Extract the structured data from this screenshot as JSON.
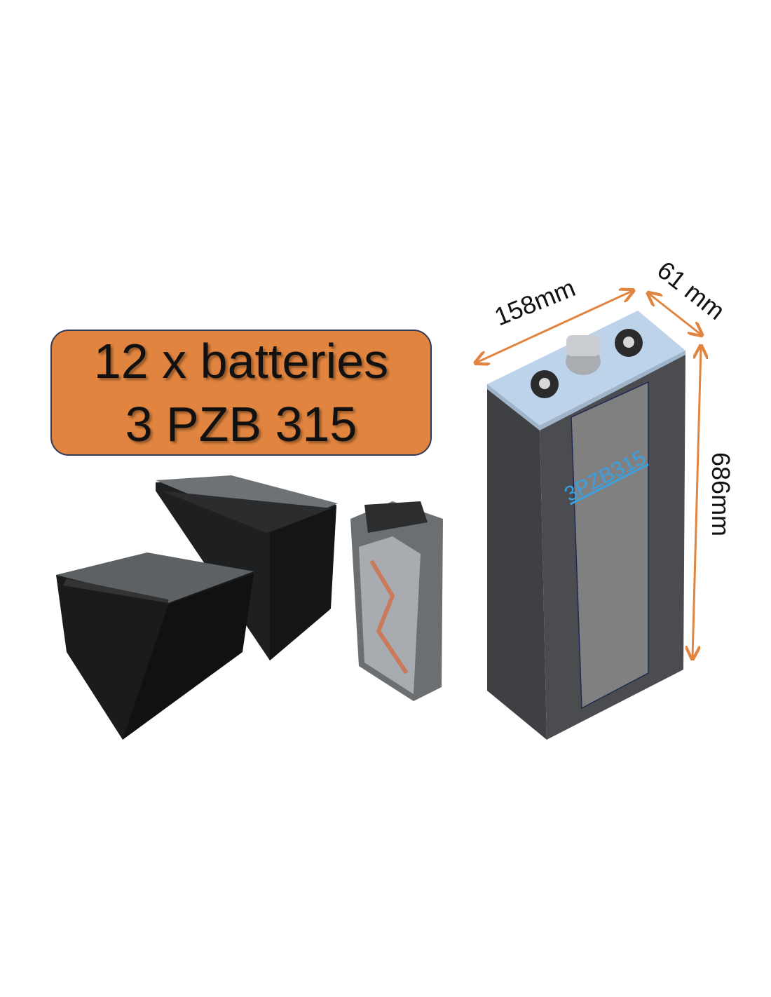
{
  "title": {
    "line1": "12 x batteries",
    "line2": "3 PZB 315"
  },
  "cell_label": "3PZB315",
  "dimensions": {
    "width": "158mm",
    "depth": "61 mm",
    "height": "686mm"
  },
  "colors": {
    "title_bg": "#e0843f",
    "arrow": "#e0843f",
    "label": "#3aa0e0",
    "cell_top": "#bcd3ea",
    "cell_body": "#4a4b4f"
  }
}
